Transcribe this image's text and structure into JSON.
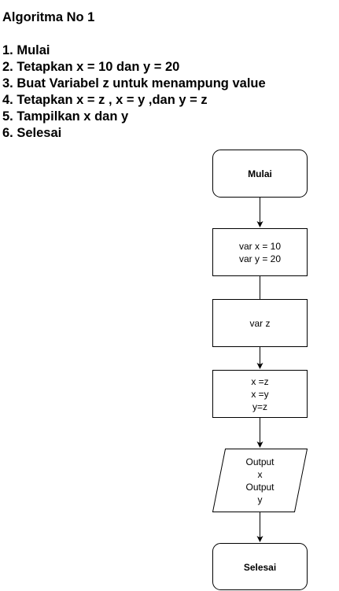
{
  "title": "Algoritma No 1",
  "steps": [
    "1. Mulai",
    "2. Tetapkan x = 10 dan y = 20",
    "3. Buat Variabel z untuk menampung value",
    "4. Tetapkan x = z , x = y ,dan y = z",
    "5. Tampilkan x dan y",
    "6. Selesai"
  ],
  "flowchart": {
    "start": "Mulai",
    "init": [
      "var x = 10",
      "var y = 20"
    ],
    "declare": [
      "var z"
    ],
    "swap": [
      "x =z",
      "x =y",
      "y=z"
    ],
    "output": [
      "Output",
      "x",
      "Output",
      "y"
    ],
    "end": "Selesai"
  },
  "colors": {
    "stroke": "#000000",
    "fill": "#ffffff"
  }
}
